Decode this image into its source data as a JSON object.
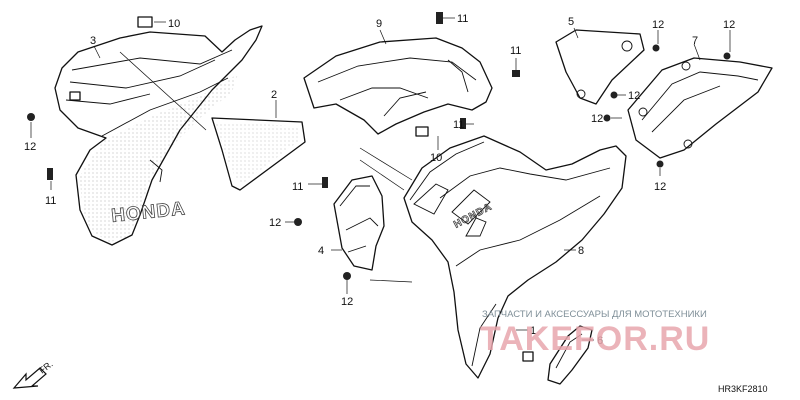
{
  "diagram_code": "HR3KF2810",
  "direction_label": "FR.",
  "watermark": {
    "caption": "ЗАПЧАСТИ И АКСЕССУАРЫ ДЛЯ МОТОТЕХНИКИ",
    "logo": "TAKEFOR.RU"
  },
  "emblem_text": "HONDA",
  "callouts": [
    "1",
    "2",
    "3",
    "4",
    "5",
    "6",
    "7",
    "8",
    "9",
    "10",
    "11",
    "12"
  ]
}
